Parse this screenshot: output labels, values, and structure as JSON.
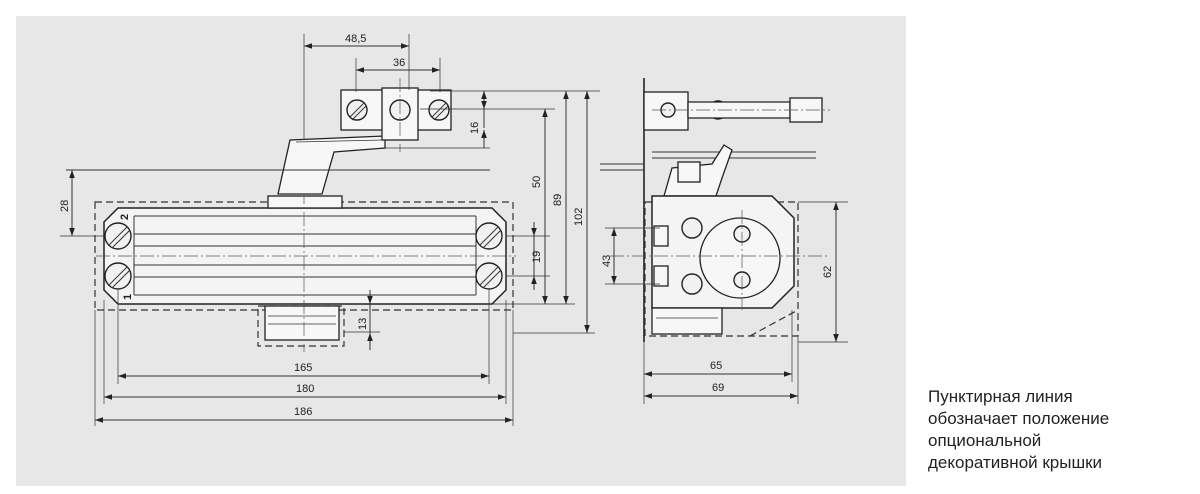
{
  "drawing": {
    "dims_front": {
      "d48_5": "48,5",
      "d36": "36",
      "d16": "16",
      "d50": "50",
      "d89": "89",
      "d102": "102",
      "d28": "28",
      "d19": "19",
      "d13": "13",
      "d165": "165",
      "d180": "180",
      "d186": "186"
    },
    "body_labels": {
      "mark_2": "2",
      "mark_1": "1"
    },
    "dims_side": {
      "d43": "43",
      "d62": "62",
      "d65": "65",
      "d69": "69"
    }
  },
  "caption": {
    "lines": [
      "Пунктирная линия",
      "обозначает положение",
      "опциональной",
      "декоративной крышки"
    ]
  }
}
